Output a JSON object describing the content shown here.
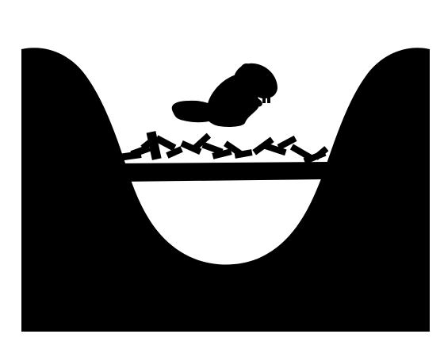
{
  "image": {
    "style": "black silhouette pictogram on white background",
    "colors": {
      "background": "#ffffff",
      "silhouette": "#000000"
    },
    "elements": {
      "valley": "valley-silhouette",
      "dam": "beaver-dam-silhouette",
      "beaver": "beaver-silhouette"
    }
  }
}
